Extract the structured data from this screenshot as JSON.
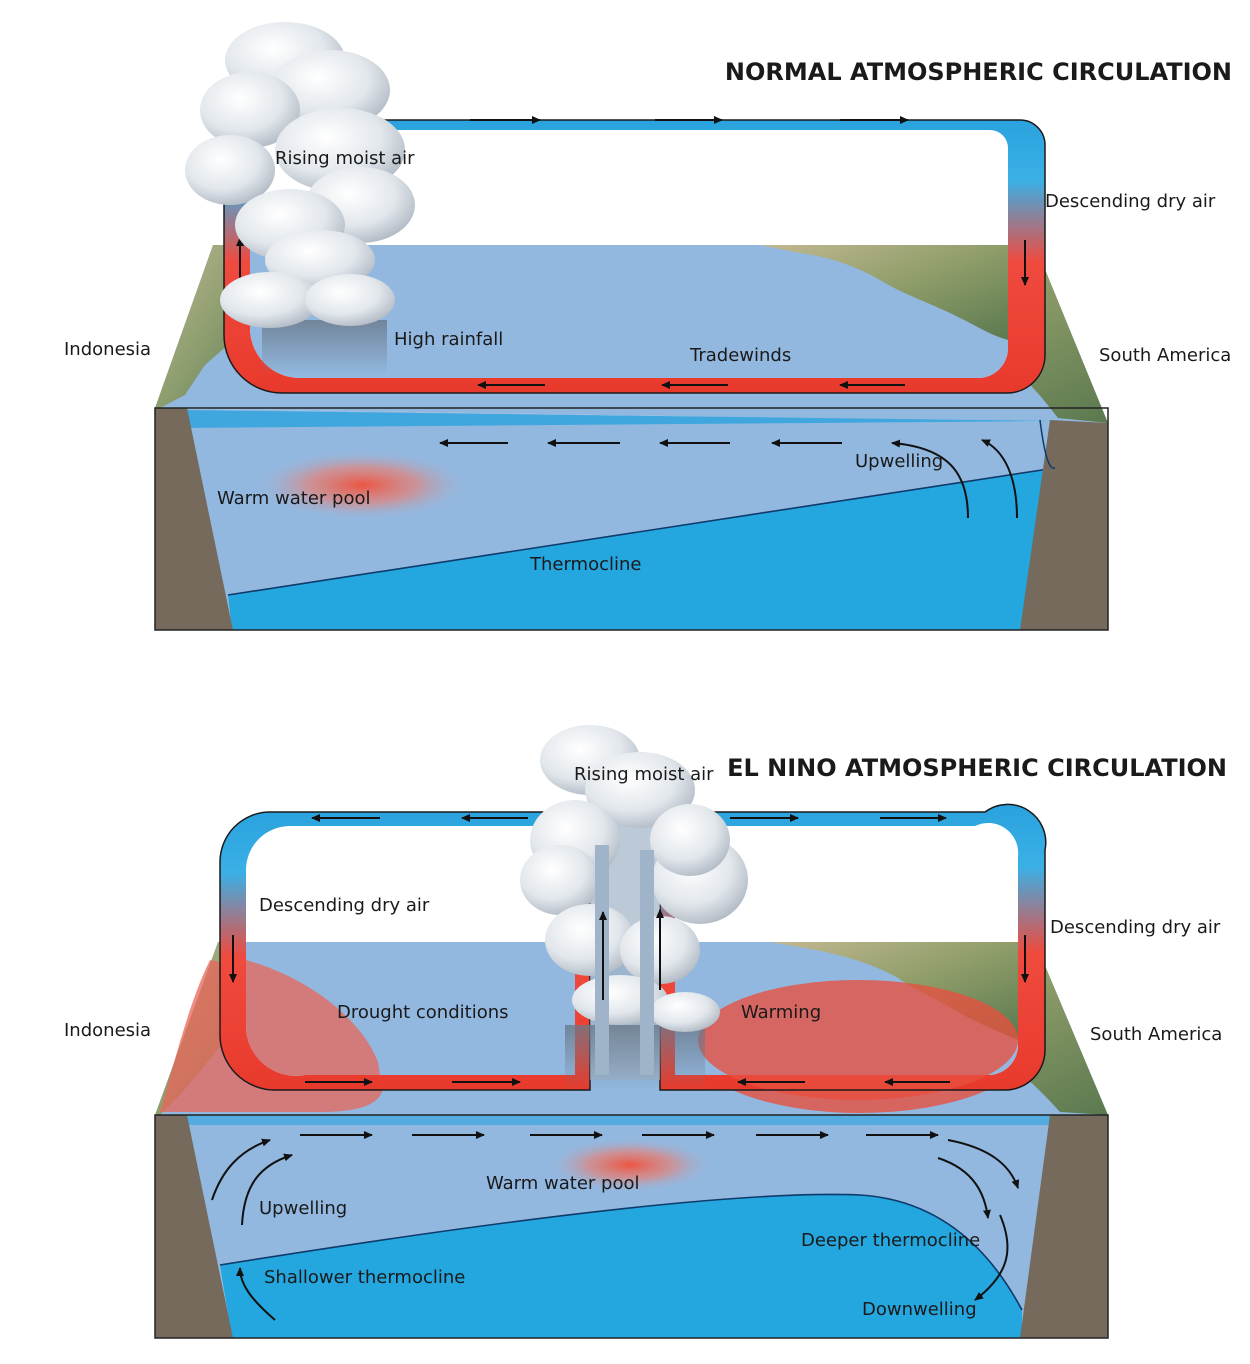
{
  "normal": {
    "title": "NORMAL ATMOSPHERIC CIRCULATION",
    "labels": {
      "rising_moist_air": "Rising moist air",
      "descending_dry_air": "Descending dry air",
      "indonesia": "Indonesia",
      "high_rainfall": "High rainfall",
      "tradewinds": "Tradewinds",
      "south_america": "South America",
      "upwelling": "Upwelling",
      "warm_water_pool": "Warm water pool",
      "thermocline": "Thermocline"
    }
  },
  "el_nino": {
    "title": "EL NINO ATMOSPHERIC CIRCULATION",
    "labels": {
      "rising_moist_air": "Rising moist air",
      "descending_dry_air_west": "Descending dry air",
      "descending_dry_air_east": "Descending dry air",
      "indonesia": "Indonesia",
      "drought_conditions": "Drought conditions",
      "warming": "Warming",
      "south_america": "South America",
      "warm_water_pool": "Warm water pool",
      "upwelling": "Upwelling",
      "deeper_thermocline": "Deeper thermocline",
      "shallower_thermocline": "Shallower thermocline",
      "downwelling": "Downwelling"
    }
  },
  "colors": {
    "ocean_surface": "#92b8e0",
    "deep_water": "#24a6df",
    "land_wall": "#756a5b",
    "warm_red": "#e83a2c",
    "cool_blue": "#2aa2dd",
    "cloud": "#e6ebef"
  }
}
